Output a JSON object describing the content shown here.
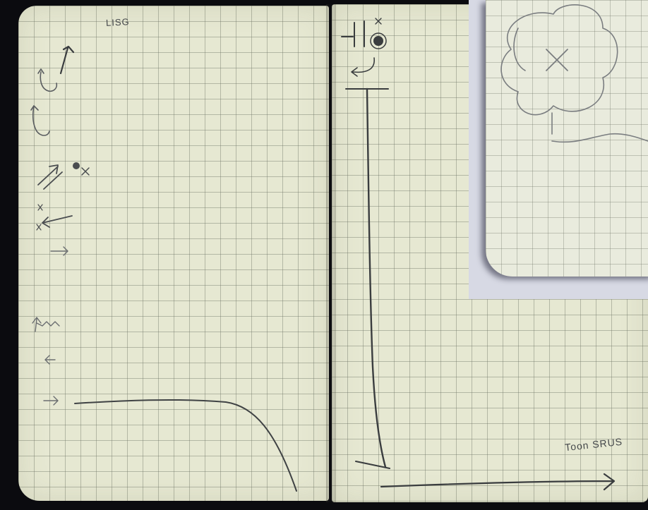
{
  "photo": {
    "subject": "notebook-sketch",
    "texts": {
      "top_label": "LISG",
      "bottom_label": "Toon SRUS"
    },
    "colors": {
      "paper": "#e6e8d2",
      "grid": "#6e7364",
      "pencil": "#3a3d3f",
      "background": "#0b0b0f",
      "inset_background": "#d7d9e4"
    },
    "icons": [
      "up-arrow-icon",
      "rotate-icon",
      "diagonal-arrow-icon",
      "target-icon",
      "left-arrow-icon",
      "right-arrow-icon"
    ]
  }
}
